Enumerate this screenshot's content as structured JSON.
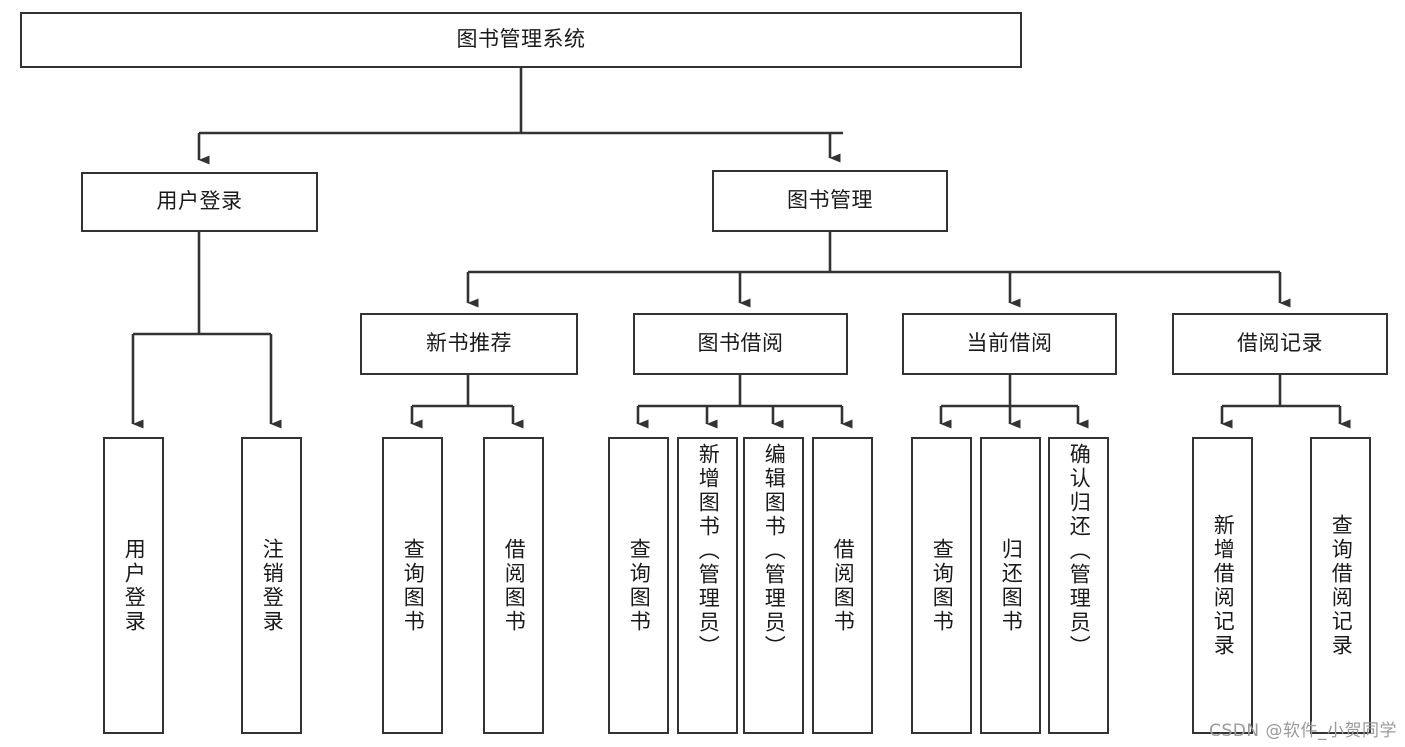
{
  "diagram": {
    "title": "图书管理系统",
    "type": "tree-hierarchy-diagram",
    "colors": {
      "box_border": "#333333",
      "box_fill": "#ffffff",
      "edge": "#333333",
      "text": "#1a1a1a",
      "watermark": "#9a9a9a"
    },
    "root": {
      "label": "图书管理系统"
    },
    "level2": [
      {
        "label": "用户登录"
      },
      {
        "label": "图书管理"
      }
    ],
    "level3": [
      {
        "label": "新书推荐"
      },
      {
        "label": "图书借阅"
      },
      {
        "label": "当前借阅"
      },
      {
        "label": "借阅记录"
      }
    ],
    "leaves": {
      "user_login": [
        {
          "label": "用户登录"
        },
        {
          "label": "注销登录"
        }
      ],
      "new_book_recommend": [
        {
          "label": "查询图书"
        },
        {
          "label": "借阅图书"
        }
      ],
      "book_borrow": [
        {
          "label": "查询图书"
        },
        {
          "label": "新增图书（管理员）"
        },
        {
          "label": "编辑图书（管理员）"
        },
        {
          "label": "借阅图书"
        }
      ],
      "current_borrow": [
        {
          "label": "查询图书"
        },
        {
          "label": "归还图书"
        },
        {
          "label": "确认归还（管理员）"
        }
      ],
      "borrow_record": [
        {
          "label": "新增借阅记录"
        },
        {
          "label": "查询借阅记录"
        }
      ]
    }
  },
  "watermark": {
    "text": "CSDN @软件_小贺同学"
  }
}
